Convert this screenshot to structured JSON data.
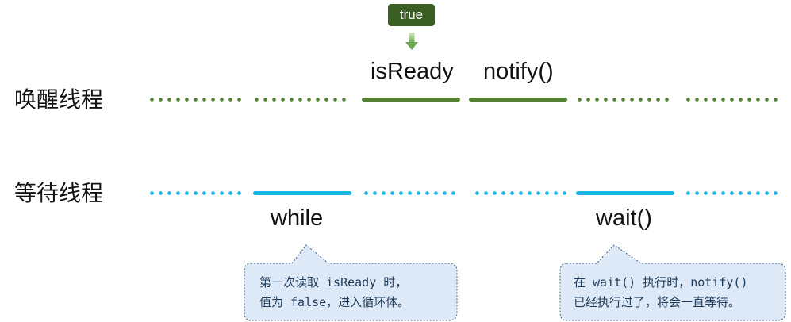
{
  "lanes": {
    "waker": {
      "label": "唤醒线程",
      "color": "#548235"
    },
    "waiter": {
      "label": "等待线程",
      "color": "#18b4e6"
    }
  },
  "waker_ops": {
    "is_ready": "isReady",
    "notify": "notify()"
  },
  "waiter_ops": {
    "while": "while",
    "wait": "wait()"
  },
  "badge": {
    "text": "true"
  },
  "notes": {
    "left": {
      "line1": "第一次读取 isReady 时，",
      "line2": "值为 false，进入循环体。"
    },
    "right": {
      "line1": "在 wait() 执行时，notify()",
      "line2": "已经执行过了，将会一直等待。"
    }
  }
}
